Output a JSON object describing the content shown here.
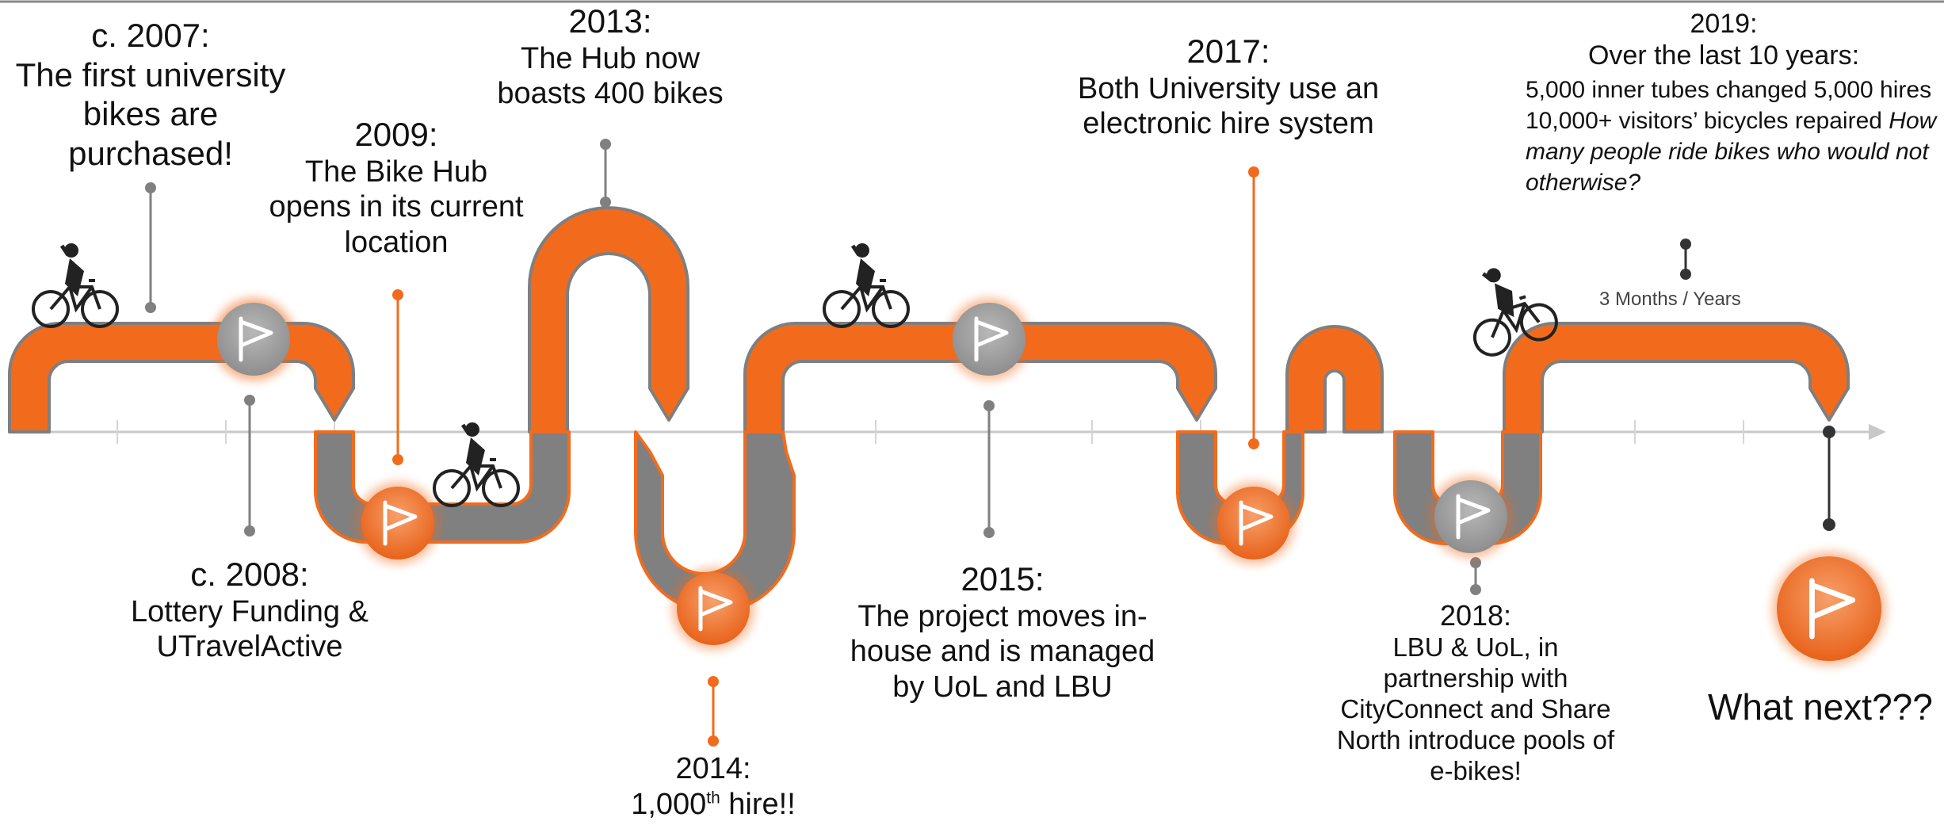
{
  "timeline": [
    {
      "year": "c. 2007:",
      "lines": [
        "The first university",
        "bikes are",
        "purchased!"
      ]
    },
    {
      "year": "c. 2008:",
      "lines": [
        "Lottery Funding &",
        "UTravelActive"
      ]
    },
    {
      "year": "2009:",
      "lines": [
        "The Bike Hub",
        "opens in its current",
        "location"
      ]
    },
    {
      "year": "2013:",
      "lines": [
        "The Hub now",
        "boasts 400 bikes"
      ]
    },
    {
      "year": "2014:",
      "lines_pre": "1,000",
      "lines_sup": "th",
      "lines_post": " hire!!"
    },
    {
      "year": "2015:",
      "lines": [
        "The project moves in-",
        "house and is managed",
        "by UoL and LBU"
      ]
    },
    {
      "year": "2017:",
      "lines": [
        "Both University use an",
        "electronic hire system"
      ]
    },
    {
      "year": "2018:",
      "lines": [
        "LBU & UoL, in",
        "partnership with",
        "CityConnect and Share",
        "North introduce pools of",
        "e-bikes!"
      ]
    },
    {
      "year": "2019:",
      "lines": [
        "Over the last 10 years:"
      ],
      "list": [
        "5,000 inner tubes changed",
        "5,000 hires",
        "10,000+ visitors’ bicycles repaired"
      ],
      "list_italic": [
        "How many people ride bikes who",
        "would not otherwise?"
      ]
    }
  ],
  "axis_caption": "3 Months / Years",
  "closing": "What next???",
  "colors": {
    "orange": "#F26B1D",
    "grey": "#808080",
    "dark": "#333333",
    "axis": "#BFBFBF"
  },
  "icons": [
    "flag-icon",
    "cyclist-icon"
  ]
}
